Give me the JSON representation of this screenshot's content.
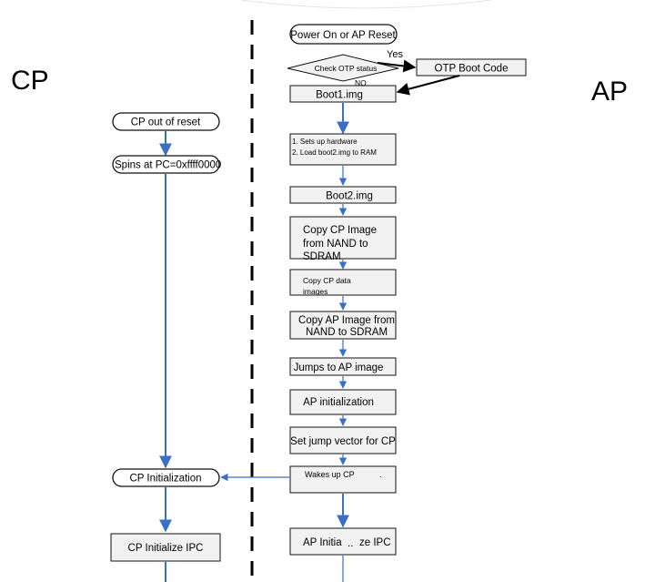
{
  "side_labels": {
    "cp": "CP",
    "ap": "AP"
  },
  "cp_flow": {
    "out_of_reset": "CP out of reset",
    "spins": "Spins at PC=0xffff0000",
    "initialization": "CP Initialization",
    "initialize_ipc": "CP Initialize IPC"
  },
  "ap_flow": {
    "power_on": "Power On or AP Reset",
    "check_otp": "Check OTP status",
    "yes": "Yes",
    "no": "NO",
    "otp_boot_code": "OTP  Boot Code",
    "boot1": "Boot1.img",
    "boot1_steps": [
      "1. Sets up hardware",
      "2. Load boot2.img to RAM"
    ],
    "boot2": "Boot2.img",
    "copy_cp_image": [
      "Copy CP Image",
      "from NAND to",
      "SDRAM"
    ],
    "copy_cp_data": [
      "Copy CP data",
      "images"
    ],
    "copy_ap_image": [
      "Copy AP Image from",
      "NAND to SDRAM"
    ],
    "jumps_to_ap": "Jumps to AP image",
    "ap_initialization": "AP initialization",
    "set_jump_vector": "Set jump vector for CP",
    "wakes_up_cp": "Wakes up CP",
    "wakes_up_cp_dot": ".",
    "ap_initialize_ipc": "AP Initia",
    "ap_initialize_ipc_rest": "ze IPC"
  },
  "colors": {
    "flow_arrow": "#3a6fc4",
    "black_arrow": "#000000",
    "box_fill": "#f2f2f2",
    "divider": "#000000"
  }
}
